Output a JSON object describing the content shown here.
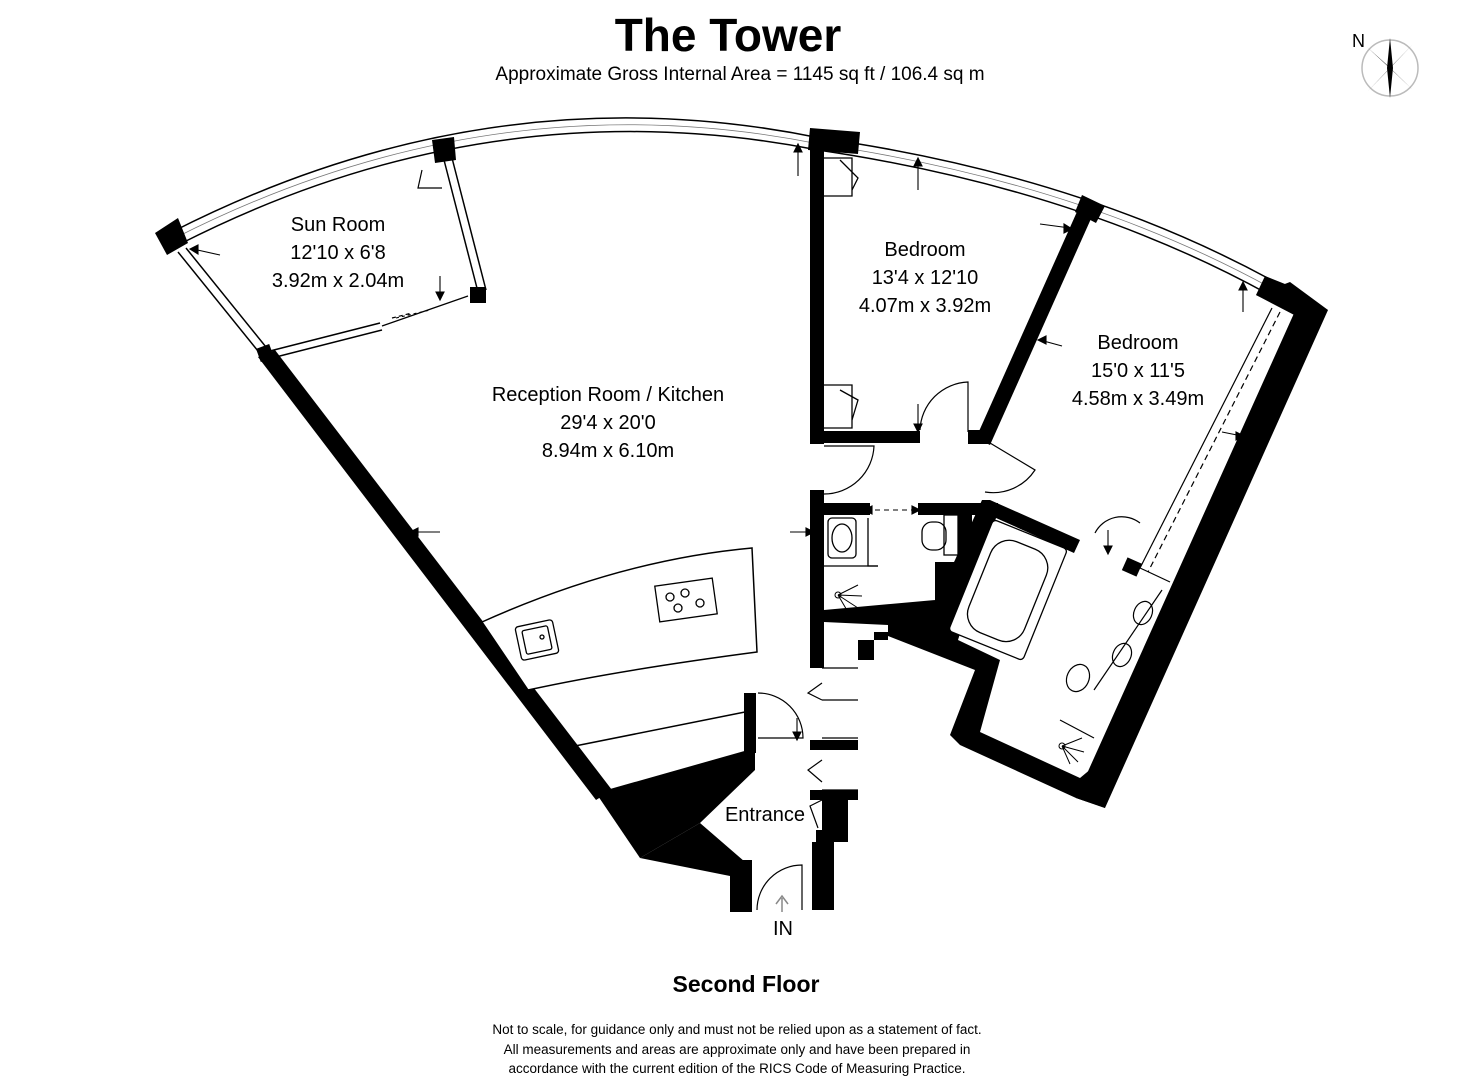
{
  "header": {
    "title": "The Tower",
    "subtitle": "Approximate Gross Internal Area = 1145 sq ft / 106.4 sq m"
  },
  "compass": {
    "label": "N"
  },
  "rooms": {
    "sun_room": {
      "name": "Sun Room",
      "imperial": "12'10 x 6'8",
      "metric": "3.92m x 2.04m"
    },
    "reception": {
      "name": "Reception Room / Kitchen",
      "imperial": "29'4 x 20'0",
      "metric": "8.94m x 6.10m"
    },
    "bedroom_1": {
      "name": "Bedroom",
      "imperial": "13'4 x 12'10",
      "metric": "4.07m x 3.92m"
    },
    "bedroom_2": {
      "name": "Bedroom",
      "imperial": "15'0 x 11'5",
      "metric": "4.58m x 3.49m"
    },
    "entrance": {
      "name": "Entrance"
    }
  },
  "entry_label": "IN",
  "floor_label": "Second Floor",
  "disclaimer": {
    "line1": "Not to scale, for guidance only and must not be relied upon as a statement of fact.",
    "line2": "All measurements and areas are approximate only and have been prepared in",
    "line3": "accordance with the current edition of the RICS Code of Measuring Practice."
  },
  "colors": {
    "wall": "#000000",
    "background": "#ffffff",
    "fixture": "#555555"
  }
}
